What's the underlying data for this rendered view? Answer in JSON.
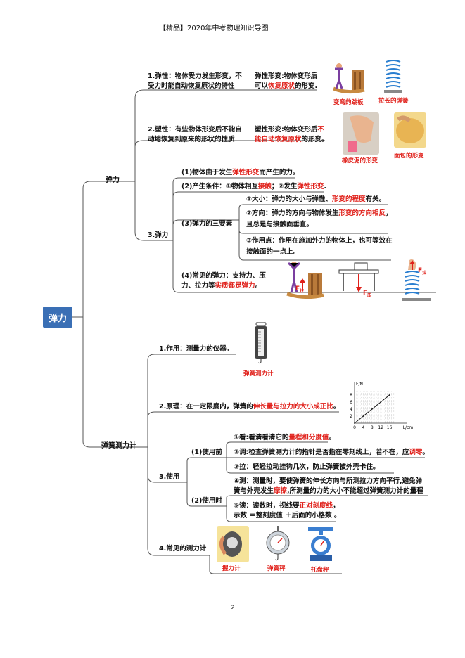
{
  "header": {
    "title": "【精品】2020年中考物理知识导图"
  },
  "page_number": "2",
  "root": {
    "label": "弹力"
  },
  "branch1": {
    "label": "弹力",
    "item1": {
      "title_a": "1.弹性：物体受力发生形变，不",
      "title_b": "受力时能自动恢复原状的特性",
      "note_a": "弹性形变:物体变形后",
      "note_b_pre": "可以",
      "note_b_red": "恢复原状",
      "note_b_post": "的形变.",
      "cap1": "变弯的跳板",
      "cap2": "拉长的弹簧"
    },
    "item2": {
      "title_a": "2.塑性：有些物体形变后不能自",
      "title_b": "动地恢复到原来的形状的性质",
      "note_a_pre": "塑性形变:物体变形后",
      "note_a_red": "不",
      "note_b_red": "能自动恢复原状",
      "note_b_post": "的形变。",
      "cap1": "橡皮泥的形变",
      "cap2": "面包的形变"
    },
    "item3": {
      "label": "3.弹力",
      "p1_pre": "(1)物体由于发生",
      "p1_red": "弹性形变",
      "p1_post": "而产生的力。",
      "p2_pre": "(2)产生条件：①物体相互",
      "p2_red1": "接触",
      "p2_mid": "；②发生",
      "p2_red2": "弹性形变",
      "p2_post": ".",
      "p3": "(3)弹力的三要素",
      "e1_pre": "①大小：弹力的大小与弹性、",
      "e1_red": "形变的程度",
      "e1_post": "有关。",
      "e2_a_pre": "②方向：弹力的方向与物体发生",
      "e2_a_red": "形变的方向相反",
      "e2_a_post": "，",
      "e2_b": "且总是与接触面垂直。",
      "e3_a": "③作用点：作用在施加外力的物体上，也可等效在",
      "e3_b": "接触面的一点上。",
      "p4_a": "(4)常见的弹力：支持力、压",
      "p4_b_pre": "力、拉力等",
      "p4_b_red": "实质都是弹力",
      "p4_b_post": "。",
      "f1": "F",
      "f1_sub": "拉",
      "f2": "F",
      "f2_sub": "压",
      "f3": "F",
      "f3_sub": "拉"
    }
  },
  "branch2": {
    "label": "弹簧测力计",
    "item1": {
      "text": "1.作用：测量力的仪器。",
      "cap": "弹簧测力计"
    },
    "item2": {
      "pre": "2.原理：在一定限度内，弹簧的",
      "red": "伸长量与拉力的大小成正比",
      "post": "。"
    },
    "item3": {
      "label": "3.使用",
      "before": "(1)使用前",
      "during": "(2)使用时",
      "s1_pre": "①看:看清看清它的",
      "s1_red": "量程和分度值",
      "s1_post": "。",
      "s2_pre": "②调:检查弹簧测力计的指针是否指在零刻线上，若不在，应",
      "s2_red": "调零",
      "s2_post": "。",
      "s3": "③拉：轻轻拉动挂钩几次，防止弹簧被外壳卡住。",
      "s4_a": "④测：测量时，要使弹簧的伸长方向与所测拉力方向平行,避免弹",
      "s4_b_pre": "簧与外壳发生",
      "s4_b_red": "摩擦",
      "s4_b_post": ",所测量的力的大小不能超过弹簧测力计的量程",
      "s5_a_pre": "⑤读：读数时，视线要",
      "s5_a_red": "正对刻度线",
      "s5_a_post": "，",
      "s5_b": "示数 ＝整刻度值 ＋后面的小格数 。"
    },
    "item4": {
      "label": "4.常见的测力计",
      "cap1": "握力计",
      "cap2": "弹簧秤",
      "cap3": "托盘秤"
    }
  },
  "chart_data": {
    "type": "line",
    "ylabel": "F/N",
    "xlabel": "L/cm",
    "x_ticks": [
      "0",
      "4",
      "8",
      "12",
      "16"
    ],
    "y_ticks": [
      "2",
      "4",
      "6",
      "8"
    ],
    "x": [
      0,
      4,
      8,
      12,
      16
    ],
    "y": [
      0,
      2,
      4,
      6,
      8
    ],
    "grid": true
  },
  "colors": {
    "accent": "#3a6fb5",
    "emphasis": "#e0201a",
    "line": "#555555"
  }
}
